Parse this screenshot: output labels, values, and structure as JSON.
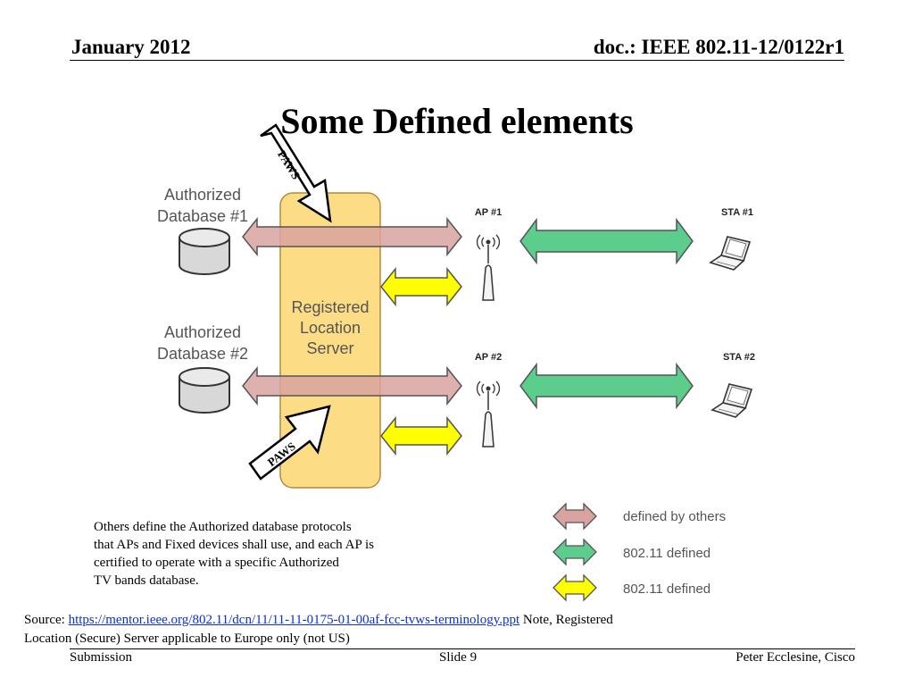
{
  "header": {
    "date": "January 2012",
    "doc_id": "doc.: IEEE 802.11-12/0122r1"
  },
  "title": "Some Defined elements",
  "diagram": {
    "db1_label_line1": "Authorized",
    "db1_label_line2": "Database #1",
    "db2_label_line1": "Authorized",
    "db2_label_line2": "Database #2",
    "server_line1": "Registered",
    "server_line2": "Location",
    "server_line3": "Server",
    "ap1_label": "AP #1",
    "ap2_label": "AP #2",
    "sta1_label": "STA #1",
    "sta2_label": "STA #2",
    "paws_top": "PAWS",
    "paws_bottom": "PAWS",
    "colors": {
      "defined_by_others": "#d9a3a0",
      "wifi_defined_green": "#5ccd8c",
      "wifi_defined_yellow": "#ffff00",
      "server_fill": "#fddc86"
    }
  },
  "description": {
    "line1": "Others define the Authorized database protocols",
    "line2": "that APs and Fixed devices shall use, and each AP is",
    "line3": "certified to operate with a specific Authorized",
    "line4": "TV bands database."
  },
  "legend": {
    "items": [
      {
        "label": "defined by others"
      },
      {
        "label": "802.11 defined"
      },
      {
        "label": "802.11 defined"
      }
    ]
  },
  "source": {
    "prefix": "Source: ",
    "link": "https://mentor.ieee.org/802.11/dcn/11/11-11-0175-01-00af-fcc-tvws-terminology.ppt",
    "suffix": " Note, Registered",
    "line2": "Location (Secure) Server applicable to Europe only (not US)"
  },
  "footer": {
    "left": "Submission",
    "center": "Slide 9",
    "right": "Peter Ecclesine, Cisco"
  }
}
